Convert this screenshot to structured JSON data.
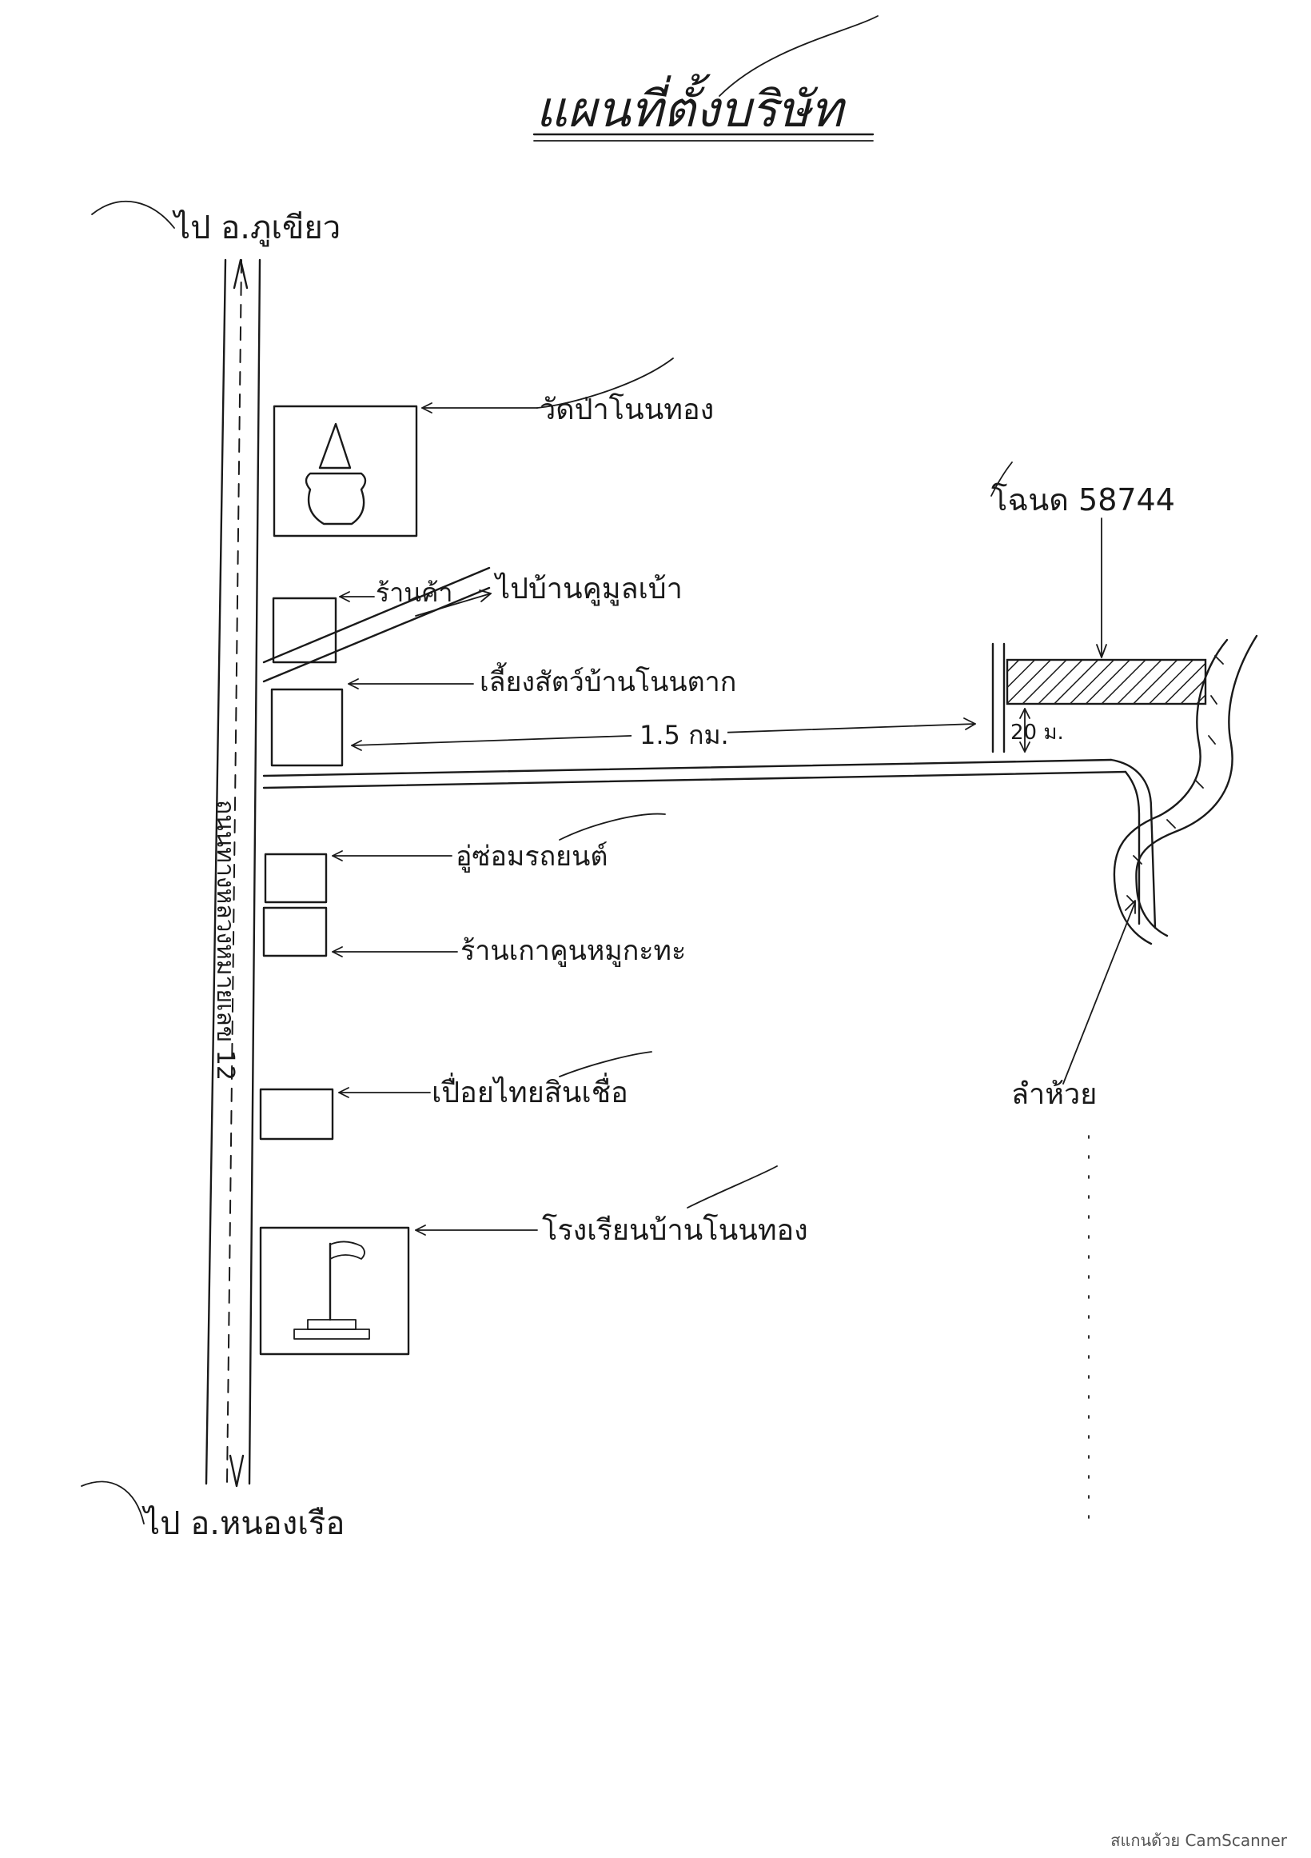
{
  "title": "แผนที่ตั้งบริษัท",
  "labels": {
    "north_destination": "ไป อ.ภูเขียว",
    "south_destination": "ไป อ.หนองเรือ",
    "highway": "ถนนทางหลวงหมายเลข 12",
    "temple": "วัดป่าโนนทอง",
    "shop": "ร้านค้า",
    "branch_road": "ไปบ้านคูมูลเบ้า",
    "chicken_farm": "เลี้ยงสัตว์บ้านโนนตาก",
    "distance": "1.5 กม.",
    "plot": "โฉนด 58744",
    "plot_offset": "20 ม.",
    "garage": "อู่ซ่อมรถยนต์",
    "bike_shop": "ร้านเกาคูนหมูกะทะ",
    "mill": "เปื่อยไทยสินเชื่อ",
    "school": "โรงเรียนบ้านโนนทอง",
    "creek": "ลำห้วย"
  },
  "footer": "สแกนด้วย CamScanner"
}
